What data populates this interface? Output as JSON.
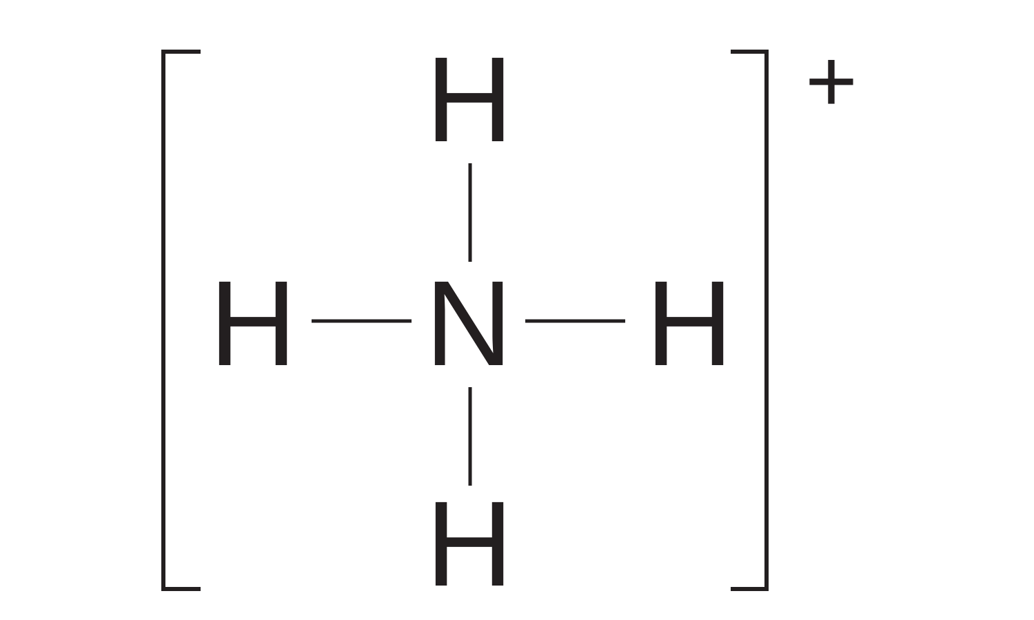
{
  "structure": {
    "central_atom": "N",
    "atoms": {
      "top": "H",
      "left": "H",
      "right": "H",
      "bottom": "H"
    },
    "charge": "+",
    "bracket": "square",
    "color": "#231f20"
  }
}
